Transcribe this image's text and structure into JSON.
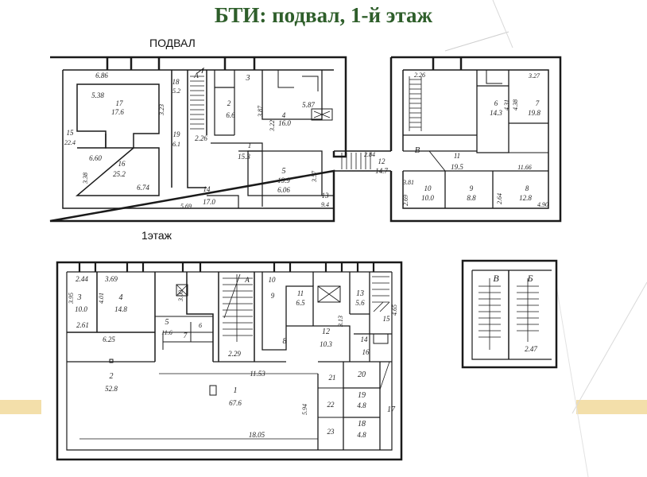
{
  "title": "БТИ: подвал, 1-й этаж",
  "basement": {
    "label": "ПОДВАЛ",
    "texts": [
      {
        "id": "b1",
        "t": "6.86"
      },
      {
        "id": "b2",
        "t": "5.38"
      },
      {
        "id": "b3",
        "t": "17"
      },
      {
        "id": "b4",
        "t": "17.6"
      },
      {
        "id": "b5",
        "t": "3.23"
      },
      {
        "id": "b6",
        "t": "18"
      },
      {
        "id": "b7",
        "t": "5.2"
      },
      {
        "id": "b8",
        "t": "A"
      },
      {
        "id": "b9",
        "t": "3"
      },
      {
        "id": "b10",
        "t": "2"
      },
      {
        "id": "b11",
        "t": "6.6"
      },
      {
        "id": "b12",
        "t": "3.87"
      },
      {
        "id": "b13",
        "t": "4"
      },
      {
        "id": "b14",
        "t": "16.0"
      },
      {
        "id": "b15",
        "t": "5.87"
      },
      {
        "id": "b16",
        "t": "3.22"
      },
      {
        "id": "b17",
        "t": "15"
      },
      {
        "id": "b18",
        "t": "22.4"
      },
      {
        "id": "b19",
        "t": "19"
      },
      {
        "id": "b20",
        "t": "6.1"
      },
      {
        "id": "b21",
        "t": "2.26"
      },
      {
        "id": "b22",
        "t": "1"
      },
      {
        "id": "b23",
        "t": "15.3"
      },
      {
        "id": "b24",
        "t": "6.60"
      },
      {
        "id": "b25",
        "t": "16"
      },
      {
        "id": "b26",
        "t": "25.2"
      },
      {
        "id": "b27",
        "t": "3.38"
      },
      {
        "id": "b28",
        "t": "6.74"
      },
      {
        "id": "b29",
        "t": "5"
      },
      {
        "id": "b30",
        "t": "19.9"
      },
      {
        "id": "b31",
        "t": "6.06"
      },
      {
        "id": "b32",
        "t": "3.57"
      },
      {
        "id": "b33",
        "t": "14"
      },
      {
        "id": "b34",
        "t": "17.0"
      },
      {
        "id": "b35",
        "t": "5.69"
      },
      {
        "id": "b36",
        "t": "13"
      },
      {
        "id": "b37",
        "t": "9.4"
      },
      {
        "id": "b38",
        "t": "2.84"
      },
      {
        "id": "b39",
        "t": "12"
      },
      {
        "id": "b40",
        "t": "14.7"
      },
      {
        "id": "b41",
        "t": "2.26"
      },
      {
        "id": "b42",
        "t": "3.27"
      },
      {
        "id": "b43",
        "t": "6"
      },
      {
        "id": "b44",
        "t": "14.3"
      },
      {
        "id": "b45",
        "t": "4.31"
      },
      {
        "id": "b46",
        "t": "4.38"
      },
      {
        "id": "b47",
        "t": "7"
      },
      {
        "id": "b48",
        "t": "19.8"
      },
      {
        "id": "b49",
        "t": "B"
      },
      {
        "id": "b50",
        "t": "11"
      },
      {
        "id": "b51",
        "t": "19.5"
      },
      {
        "id": "b52",
        "t": "11.66"
      },
      {
        "id": "b53",
        "t": "3.81"
      },
      {
        "id": "b54",
        "t": "10"
      },
      {
        "id": "b55",
        "t": "10.0"
      },
      {
        "id": "b56",
        "t": "2.69"
      },
      {
        "id": "b57",
        "t": "9"
      },
      {
        "id": "b58",
        "t": "8.8"
      },
      {
        "id": "b59",
        "t": "2.64"
      },
      {
        "id": "b60",
        "t": "8"
      },
      {
        "id": "b61",
        "t": "12.8"
      },
      {
        "id": "b62",
        "t": "4.90"
      }
    ]
  },
  "floor1": {
    "label": "1этаж",
    "texts": [
      {
        "id": "f1",
        "t": "2.44"
      },
      {
        "id": "f2",
        "t": "3.69"
      },
      {
        "id": "f3",
        "t": "3.95"
      },
      {
        "id": "f4",
        "t": "3"
      },
      {
        "id": "f5",
        "t": "10.0"
      },
      {
        "id": "f6",
        "t": "4.01"
      },
      {
        "id": "f7",
        "t": "4"
      },
      {
        "id": "f8",
        "t": "14.8"
      },
      {
        "id": "f9",
        "t": "2.61"
      },
      {
        "id": "f10",
        "t": "3.00"
      },
      {
        "id": "f11",
        "t": "5"
      },
      {
        "id": "f12",
        "t": "11.6"
      },
      {
        "id": "f13",
        "t": "6"
      },
      {
        "id": "f14",
        "t": "7"
      },
      {
        "id": "f15",
        "t": "A"
      },
      {
        "id": "f16",
        "t": "2.29"
      },
      {
        "id": "f17",
        "t": "10"
      },
      {
        "id": "f18",
        "t": "9"
      },
      {
        "id": "f19",
        "t": "11"
      },
      {
        "id": "f20",
        "t": "6.5"
      },
      {
        "id": "f21",
        "t": "8"
      },
      {
        "id": "f22",
        "t": "12"
      },
      {
        "id": "f23",
        "t": "10.3"
      },
      {
        "id": "f24",
        "t": "3.13"
      },
      {
        "id": "f25",
        "t": "13"
      },
      {
        "id": "f26",
        "t": "5.6"
      },
      {
        "id": "f27",
        "t": "15"
      },
      {
        "id": "f28",
        "t": "4.65"
      },
      {
        "id": "f29",
        "t": "14"
      },
      {
        "id": "f30",
        "t": "16"
      },
      {
        "id": "f31",
        "t": "6.25"
      },
      {
        "id": "f32",
        "t": "2"
      },
      {
        "id": "f33",
        "t": "52.8"
      },
      {
        "id": "f34",
        "t": "11.53"
      },
      {
        "id": "f35",
        "t": "1"
      },
      {
        "id": "f36",
        "t": "67.6"
      },
      {
        "id": "f37",
        "t": "5.94"
      },
      {
        "id": "f38",
        "t": "21"
      },
      {
        "id": "f39",
        "t": "20"
      },
      {
        "id": "f40",
        "t": "22"
      },
      {
        "id": "f41",
        "t": "19"
      },
      {
        "id": "f42",
        "t": "4.8"
      },
      {
        "id": "f43",
        "t": "17"
      },
      {
        "id": "f44",
        "t": "23"
      },
      {
        "id": "f45",
        "t": "18"
      },
      {
        "id": "f46",
        "t": "4.8"
      },
      {
        "id": "f47",
        "t": "18.05"
      },
      {
        "id": "f48",
        "t": "B"
      },
      {
        "id": "f49",
        "t": "Б"
      },
      {
        "id": "f50",
        "t": "2.47"
      }
    ]
  },
  "colors": {
    "title": "#2e5e2a",
    "accent_band": "#f3dfaa"
  }
}
